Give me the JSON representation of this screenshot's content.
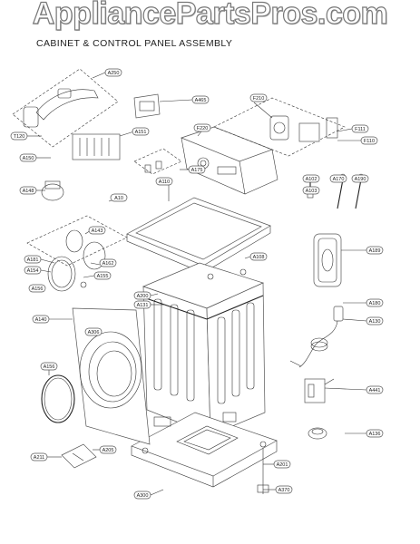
{
  "watermark": "AppliancePartsPros.com",
  "heading": "CABINET & CONTROL  PANEL ASSEMBLY",
  "callouts": {
    "A250": "A250",
    "A465": "A465",
    "F210": "F210",
    "A151": "A151",
    "T120": "T120",
    "A150": "A150",
    "F220": "F220",
    "F111": "F111",
    "F110": "F110",
    "A175": "A175",
    "A102": "A102",
    "A170": "A170",
    "A190": "A190",
    "A103": "A103",
    "A148": "A148",
    "A110": "A110",
    "A10": "A10",
    "A143": "A143",
    "A181": "A181",
    "A154": "A154",
    "A162": "A162",
    "A155": "A155",
    "A189": "A189",
    "A108": "A108",
    "A200": "A200",
    "A131": "A131",
    "A180": "A180",
    "A130": "A130",
    "A140": "A140",
    "A136": "A136",
    "A441": "A441",
    "A211": "A211",
    "A306": "A306",
    "A156": "A156",
    "A201": "A201",
    "A300": "A300",
    "A370": "A370",
    "A205": "A205"
  }
}
